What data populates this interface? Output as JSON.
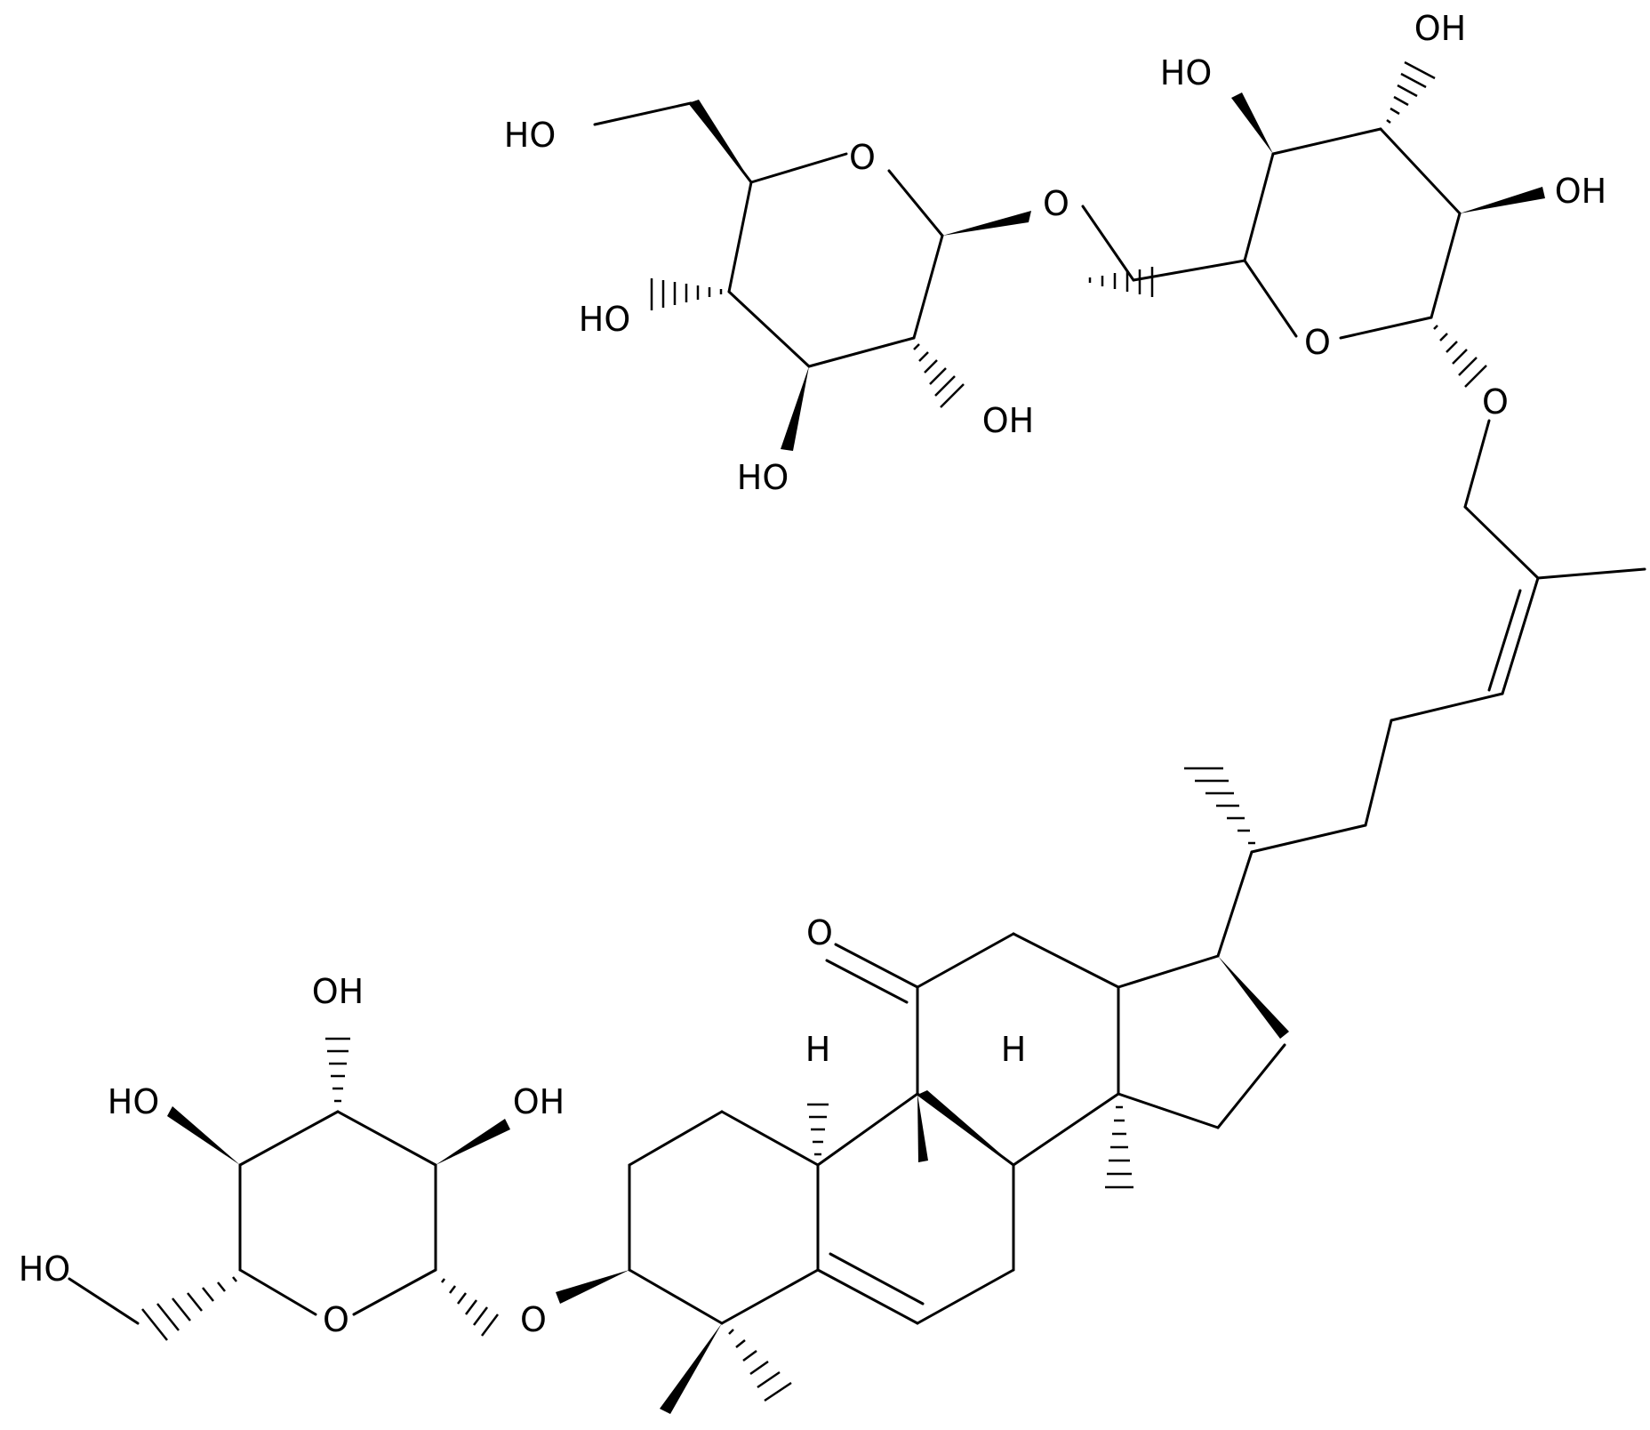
{
  "labels": {
    "ho_top_ch2": "HO",
    "o_ring_top": "O",
    "o_link_top": "O",
    "ho_a2": "HO",
    "oh_a3": "OH",
    "ho_a4": "HO",
    "ho_b4": "HO",
    "oh_b3": "OH",
    "oh_b2": "OH",
    "o_ring_b": "O",
    "o_link_chain": "O",
    "o_ketone": "O",
    "h_c9": "H",
    "h_c8": "H",
    "oh_c3": "OH",
    "ho_c4": "HO",
    "oh_c2": "OH",
    "ho_c_ch2": "HO",
    "o_ring_c": "O",
    "o_link_c3": "O"
  },
  "colors": {
    "line": "#000000",
    "background": "#ffffff"
  }
}
